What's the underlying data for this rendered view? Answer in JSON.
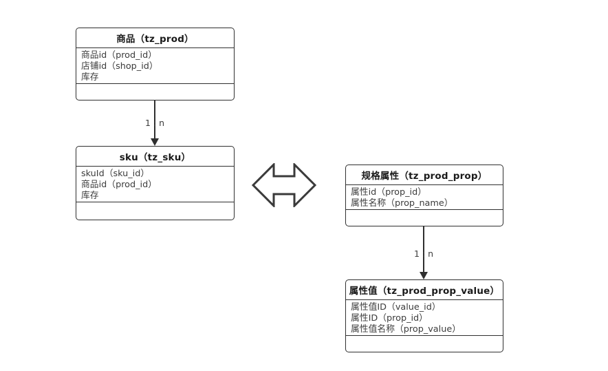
{
  "diagram": {
    "title": "",
    "colors": {
      "stroke": "#2f2f2f",
      "title_text": "#1a1a1a",
      "attr_text": "#3b3b3b",
      "background": "#ffffff"
    },
    "entities": [
      {
        "id": "tz_prod",
        "title": "商品（tz_prod）",
        "attributes": [
          "商品id（prod_id）",
          "店铺id（shop_id）",
          "库存"
        ],
        "footer": ""
      },
      {
        "id": "tz_sku",
        "title": "sku（tz_sku）",
        "attributes": [
          "skuId（sku_id）",
          "商品id（prod_id）",
          "库存"
        ],
        "footer": ""
      },
      {
        "id": "tz_prod_prop",
        "title": "规格属性（tz_prod_prop）",
        "attributes": [
          "属性id（prop_id）",
          "属性名称（prop_name）"
        ],
        "footer": ""
      },
      {
        "id": "tz_prod_prop_value",
        "title": "属性值（tz_prod_prop_value）",
        "attributes": [
          "属性值ID（value_id）",
          "属性ID（prop_id）",
          "属性值名称（prop_value）"
        ],
        "footer": ""
      }
    ],
    "relations": [
      {
        "id": "prod-to-sku",
        "from": "tz_prod",
        "to": "tz_sku",
        "label": "1 : n",
        "arrow": "filled-triangle-down"
      },
      {
        "id": "prop-to-prop-value",
        "from": "tz_prod_prop",
        "to": "tz_prod_prop_value",
        "label": "1 : n",
        "arrow": "filled-triangle-down"
      }
    ],
    "bidirectional_arrow": {
      "id": "sku-prop-link",
      "shape": "double-headed-block-arrow",
      "label": ""
    }
  }
}
